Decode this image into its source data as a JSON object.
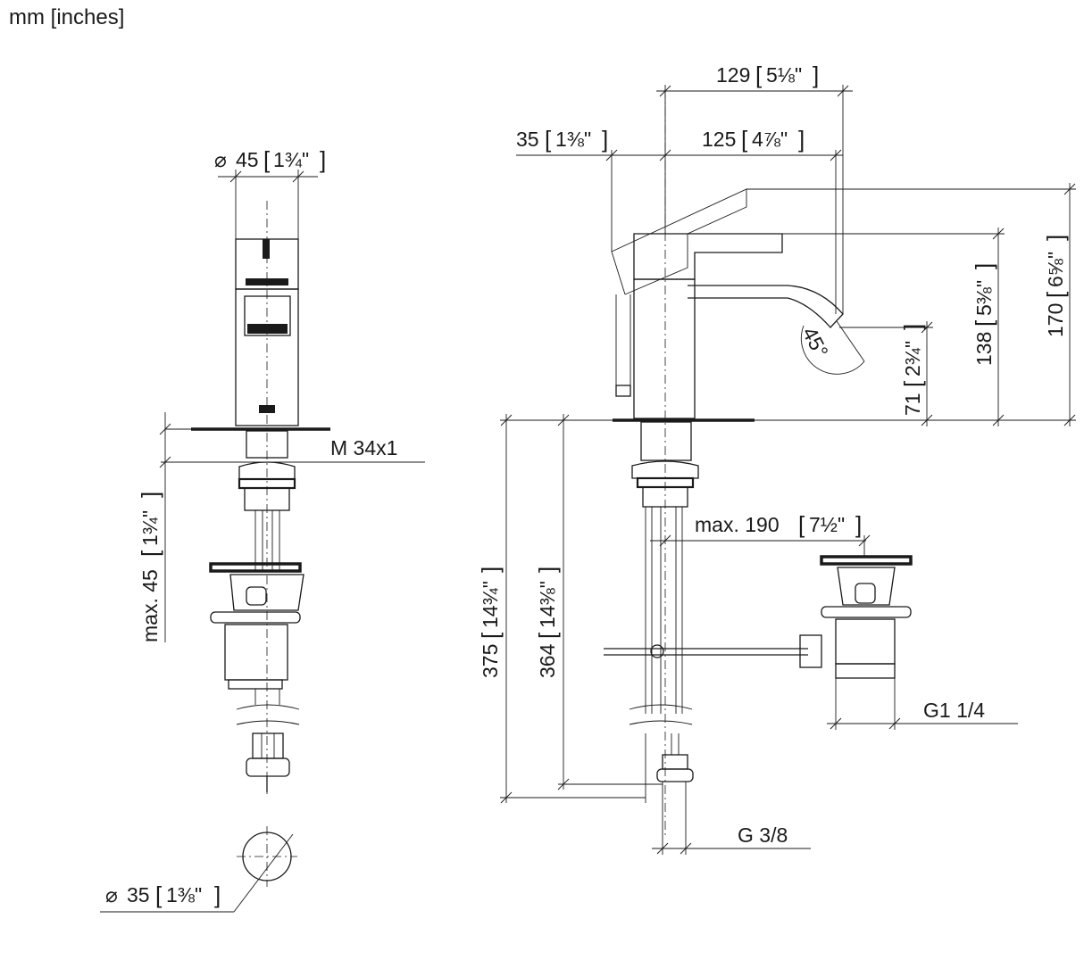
{
  "units_label": "mm [inches]",
  "dimensions": {
    "dia_45": {
      "prefix": "⌀",
      "value": "45",
      "imperial": "1¾\""
    },
    "dia_35": {
      "prefix": "⌀",
      "value": "35",
      "imperial": "1⅜\""
    },
    "thread_m": {
      "label": "M 34x1"
    },
    "max_45": {
      "value": "max. 45",
      "imperial": "1¾\""
    },
    "w_129": {
      "value": "129",
      "imperial": "5⅛\""
    },
    "w_125": {
      "value": "125",
      "imperial": "4⅞\""
    },
    "w_35": {
      "value": "35",
      "imperial": "1⅜\""
    },
    "h_170": {
      "value": "170",
      "imperial": "6⅝\""
    },
    "h_138": {
      "value": "138",
      "imperial": "5⅜\""
    },
    "h_71": {
      "value": "71",
      "imperial": "2¾\""
    },
    "angle": {
      "value": "45°"
    },
    "max_190": {
      "value": "max. 190",
      "imperial": "7½\""
    },
    "h_375": {
      "value": "375",
      "imperial": "14¾\""
    },
    "h_364": {
      "value": "364",
      "imperial": "14⅜\""
    },
    "thread_g114": {
      "label": "G1 1/4"
    },
    "thread_g38": {
      "label": "G 3/8"
    }
  }
}
